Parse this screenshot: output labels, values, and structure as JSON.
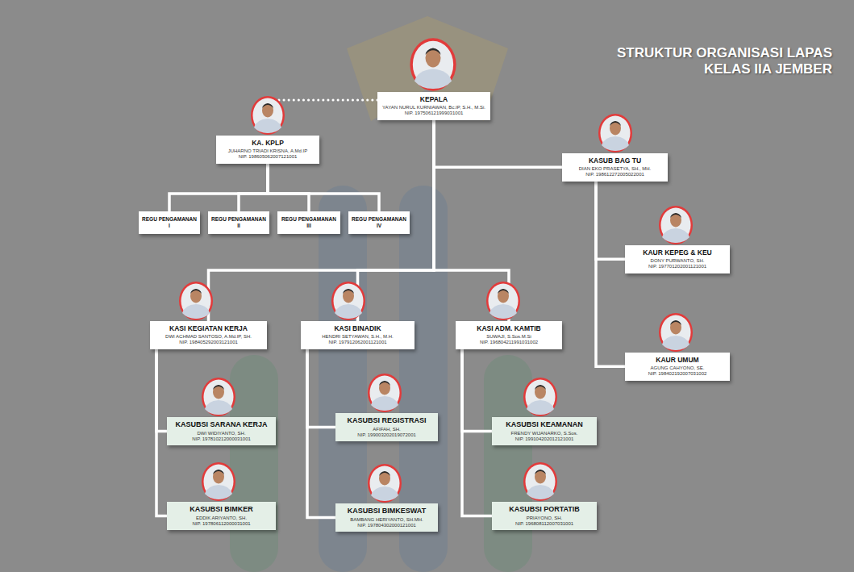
{
  "diagram": {
    "title": "STRUKTUR ORGANISASI LAPAS KELAS IIA JEMBER",
    "nodes": [
      {
        "text": [
          "KEPALA",
          "YAYAN NURUL KURNIAWAN, Bc.IP, S.H., M.Si.",
          "NIP. 197506121999031001"
        ]
      },
      {
        "text": [
          "KA. KPLP",
          "JUHARNO TRIADI KRISNA, A.Md.IP",
          "NIP. 198605062007121001"
        ]
      },
      {
        "text": [
          "REGU PENGAMANAN I"
        ]
      },
      {
        "text": [
          "REGU PENGAMANAN II"
        ]
      },
      {
        "text": [
          "REGU PENGAMANAN III"
        ]
      },
      {
        "text": [
          "REGU PENGAMANAN IV"
        ]
      },
      {
        "text": [
          "KASUB BAG TU",
          "DIAN EKO PRASETYA, SH., MH.",
          "NIP. 198612272005022001"
        ]
      },
      {
        "text": [
          "KAUR KEPEG & KEU",
          "DONY PURWANTO, SH.",
          "NIP. 197701202001121001"
        ]
      },
      {
        "text": [
          "KAUR UMUM",
          "AGUNG CAHYONO, SE.",
          "NIP. 198402192007031002"
        ]
      },
      {
        "text": [
          "KASI KEGIATAN KERJA",
          "DWI ACHMAD SANTOSO, A.Md.IP, SH.",
          "NIP. 198405292003121001"
        ]
      },
      {
        "text": [
          "KASI BINADIK",
          "HENDRI SETYAWAN, S.H., M.H.",
          "NIP. 197912062001121001"
        ]
      },
      {
        "text": [
          "KASI ADM. KAMTIB",
          "SUWAJI, S.Sos.M.Si",
          "NIP. 196804211991031002"
        ]
      },
      {
        "text": [
          "KASUBSI SARANA KERJA",
          "DWI WIDIYANTO, SH.",
          "NIP. 197810212000031001"
        ]
      },
      {
        "text": [
          "KASUBSI BIMKER",
          "EDDIK ARIYANTO, SH.",
          "NIP. 197806112000031001"
        ]
      },
      {
        "text": [
          "KASUBSI REGISTRASI",
          "AFIFAH, SH.",
          "NIP. 199003202019072001"
        ]
      },
      {
        "text": [
          "KASUBSI BIMKESWAT",
          "BAMBANG HERIYANTO, SH.MH.",
          "NIP. 197804302000121001"
        ]
      },
      {
        "text": [
          "KASUBSI KEAMANAN",
          "FRENDY WIJANARKO, S.Sos.",
          "NIP. 199104202012121001"
        ]
      },
      {
        "text": [
          "KASUBSI PORTATIB",
          "PRIAYONO, SH.",
          "NIP. 196808112007031001"
        ]
      }
    ],
    "edges": [
      {
        "from": 0,
        "to": 1,
        "arrow": "none"
      },
      {
        "from": 1,
        "to": 2,
        "arrow": "none"
      },
      {
        "from": 1,
        "to": 3,
        "arrow": "none"
      },
      {
        "from": 1,
        "to": 4,
        "arrow": "none"
      },
      {
        "from": 1,
        "to": 5,
        "arrow": "none"
      },
      {
        "from": 0,
        "to": 6,
        "arrow": "none"
      },
      {
        "from": 0,
        "to": 9,
        "arrow": "none"
      },
      {
        "from": 0,
        "to": 10,
        "arrow": "none"
      },
      {
        "from": 0,
        "to": 11,
        "arrow": "none"
      },
      {
        "from": 6,
        "to": 7,
        "arrow": "none"
      },
      {
        "from": 6,
        "to": 8,
        "arrow": "none"
      },
      {
        "from": 9,
        "to": 12,
        "arrow": "none"
      },
      {
        "from": 9,
        "to": 13,
        "arrow": "none"
      },
      {
        "from": 10,
        "to": 14,
        "arrow": "none"
      },
      {
        "from": 10,
        "to": 15,
        "arrow": "none"
      },
      {
        "from": 11,
        "to": 16,
        "arrow": "none"
      },
      {
        "from": 11,
        "to": 17,
        "arrow": "none"
      }
    ]
  }
}
